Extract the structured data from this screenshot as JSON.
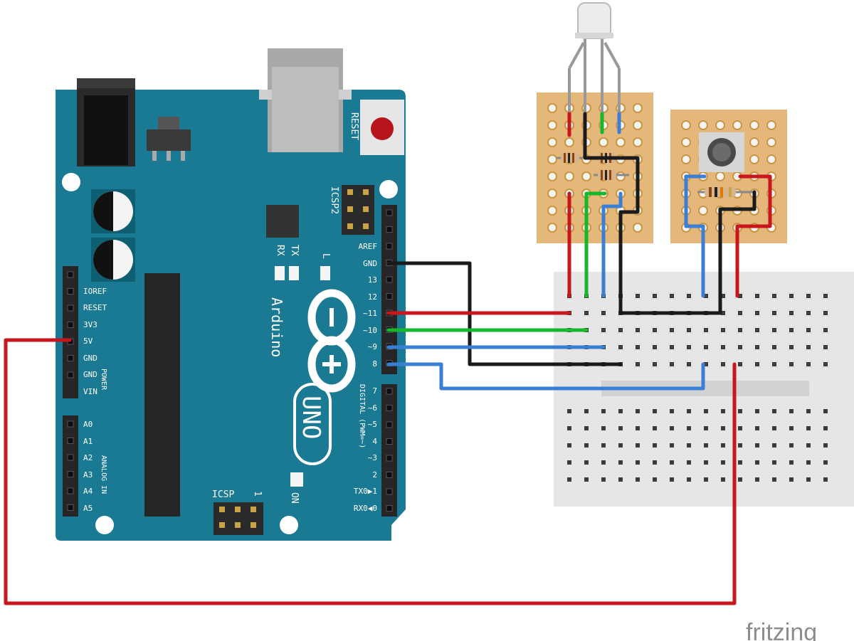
{
  "board": {
    "brand": "Arduino",
    "model": "UNO",
    "reset_label": "RESET",
    "icsp2_label": "ICSP2",
    "icsp_label": "ICSP",
    "icsp_pin1": "1",
    "led_labels": {
      "tx": "TX",
      "rx": "RX",
      "l": "L",
      "on": "ON"
    },
    "header_digital_label": "DIGITAL (PWM=~)",
    "header_power_label": "POWER",
    "header_analog_label": "ANALOG IN",
    "power_pins": [
      "IOREF",
      "RESET",
      "3V3",
      "5V",
      "GND",
      "GND",
      "VIN"
    ],
    "analog_pins": [
      "A0",
      "A1",
      "A2",
      "A3",
      "A4",
      "A5"
    ],
    "digital_upper_pins": [
      "AREF",
      "GND",
      "13",
      "12",
      "~11",
      "~10",
      "~9",
      "8"
    ],
    "digital_lower_pins": [
      "7",
      "~6",
      "~5",
      "4",
      "~3",
      "2",
      "TX0▶1",
      "RX0◀0"
    ]
  },
  "watermark": "fritzing",
  "wire_colors": {
    "red": "#c8161d",
    "green": "#15b829",
    "blue": "#3a7fd5",
    "black": "#1a1a1a",
    "board": "#1a7a93",
    "protoboard": "#e4b77a"
  },
  "icons": [
    "usb-port-icon",
    "dc-jack-icon",
    "reset-button-icon",
    "rgb-led-icon",
    "pushbutton-icon",
    "arduino-infinity-logo-icon"
  ]
}
